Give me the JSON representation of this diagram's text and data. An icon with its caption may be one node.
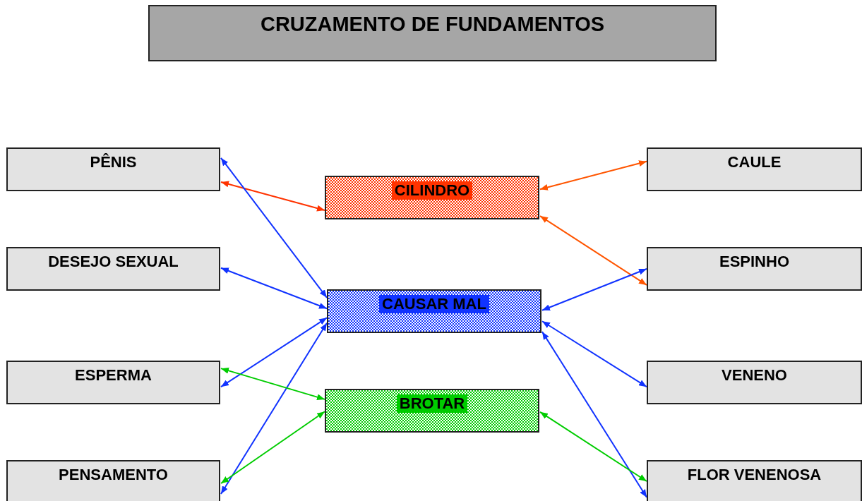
{
  "diagram": {
    "title": "CRUZAMENTO DE FUNDAMENTOS",
    "nodes": [
      {
        "text": [
          "PÊNIS"
        ]
      },
      {
        "text": [
          "CILINDRO"
        ]
      },
      {
        "text": [
          "CAULE"
        ]
      },
      {
        "text": [
          "DESEJO SEXUAL"
        ]
      },
      {
        "text": [
          "CAUSAR MAL"
        ]
      },
      {
        "text": [
          "ESPINHO"
        ]
      },
      {
        "text": [
          "ESPERMA"
        ]
      },
      {
        "text": [
          "BROTAR"
        ]
      },
      {
        "text": [
          "VENENO"
        ]
      },
      {
        "text": [
          "PENSAMENTO"
        ]
      },
      {
        "text": [
          "FLOR VENENOSA"
        ]
      }
    ],
    "edges": [
      {
        "from": 0,
        "to": 1,
        "arrow": "both",
        "color": "#ff3300"
      },
      {
        "from": 1,
        "to": 2,
        "arrow": "both",
        "color": "#ff5500"
      },
      {
        "from": 1,
        "to": 5,
        "arrow": "both",
        "color": "#ff5500"
      },
      {
        "from": 0,
        "to": 4,
        "arrow": "both"
      },
      {
        "from": 3,
        "to": 4,
        "arrow": "both"
      },
      {
        "from": 6,
        "to": 4,
        "arrow": "both"
      },
      {
        "from": 9,
        "to": 4,
        "arrow": "both"
      },
      {
        "from": 5,
        "to": 4,
        "arrow": "both"
      },
      {
        "from": 8,
        "to": 4,
        "arrow": "both"
      },
      {
        "from": 10,
        "to": 4,
        "arrow": "both"
      },
      {
        "from": 6,
        "to": 7,
        "arrow": "both",
        "color": "#00cc00"
      },
      {
        "from": 9,
        "to": 7,
        "arrow": "both",
        "color": "#00cc00"
      },
      {
        "from": 10,
        "to": 7,
        "arrow": "both",
        "color": "#00cc00"
      }
    ]
  }
}
